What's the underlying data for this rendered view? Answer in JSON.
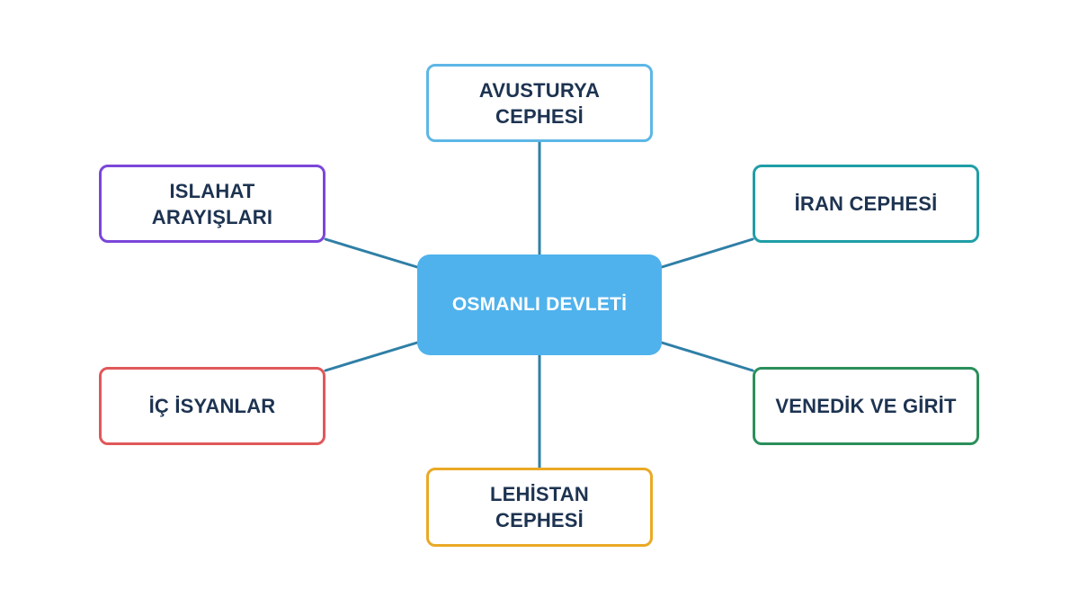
{
  "diagram": {
    "center": {
      "label": "OSMANLI DEVLETİ",
      "color": "#4fb2ec"
    },
    "connector_color": "#2f7fa6",
    "text_color": "#1d3351",
    "branches": [
      {
        "id": "avusturya",
        "label": "AVUSTURYA\nCEPHESİ",
        "border_color": "#5db7e5"
      },
      {
        "id": "iran",
        "label": "İRAN CEPHESİ",
        "border_color": "#1f9ea6"
      },
      {
        "id": "venedik",
        "label": "VENEDİK VE GİRİT",
        "border_color": "#2b8f5b"
      },
      {
        "id": "lehistan",
        "label": "LEHİSTAN CEPHESİ",
        "border_color": "#eaa925"
      },
      {
        "id": "ic",
        "label": "İÇ İSYANLAR",
        "border_color": "#e0585a"
      },
      {
        "id": "islahat",
        "label": "ISLAHAT\nARAYIŞLARI",
        "border_color": "#7b46d9"
      }
    ]
  }
}
